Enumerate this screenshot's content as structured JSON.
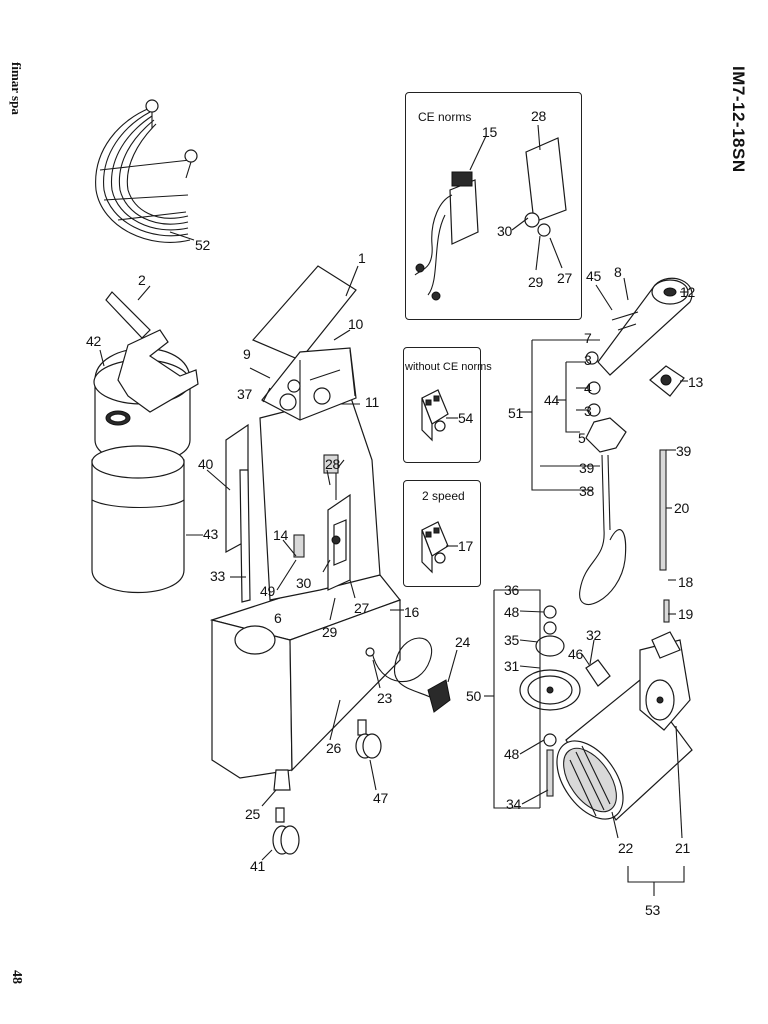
{
  "header": {
    "brand": "fimar spa",
    "model": "IM7-12-18SN",
    "page_number": "48"
  },
  "insets": {
    "ce_norms": "CE norms",
    "without_ce_norms": "without CE norms",
    "two_speed": "2 speed"
  },
  "labels": {
    "l1": "1",
    "l2": "2",
    "l3a": "3",
    "l3b": "3",
    "l4": "4",
    "l5": "5",
    "l6": "6",
    "l7": "7",
    "l8": "8",
    "l9": "9",
    "l10": "10",
    "l11": "11",
    "l12": "12",
    "l13": "13",
    "l14": "14",
    "l15": "15",
    "l16": "16",
    "l17": "17",
    "l18": "18",
    "l19": "19",
    "l20": "20",
    "l21": "21",
    "l22": "22",
    "l23": "23",
    "l24": "24",
    "l25": "25",
    "l26": "26",
    "l27a": "27",
    "l27b": "27",
    "l28a": "28",
    "l28b": "28",
    "l29a": "29",
    "l29b": "29",
    "l30a": "30",
    "l30b": "30",
    "l31": "31",
    "l32": "32",
    "l33": "33",
    "l34": "34",
    "l35": "35",
    "l36": "36",
    "l37": "37",
    "l38": "38",
    "l39a": "39",
    "l39b": "39",
    "l40": "40",
    "l41": "41",
    "l42": "42",
    "l43": "43",
    "l44": "44",
    "l45": "45",
    "l46": "46",
    "l47": "47",
    "l48a": "48",
    "l48b": "48",
    "l49": "49",
    "l50": "50",
    "l51": "51",
    "l52": "52",
    "l53": "53",
    "l54": "54"
  }
}
